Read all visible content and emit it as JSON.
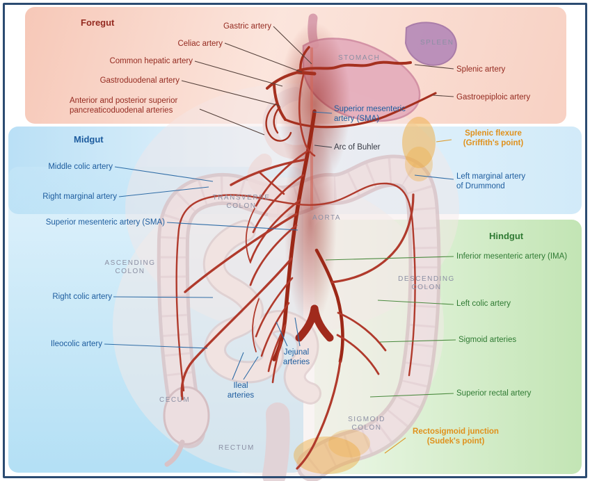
{
  "regions": {
    "foregut": "Foregut",
    "midgut": "Midgut",
    "hindgut": "Hindgut"
  },
  "foregut": {
    "gastric": "Gastric artery",
    "celiac": "Celiac artery",
    "common_hepatic": "Common hepatic artery",
    "gastroduodenal": "Gastroduodenal artery",
    "pancreaticoduodenal": "Anterior and posterior superior\npancreaticoduodenal arteries",
    "splenic": "Splenic artery",
    "gastroepiploic": "Gastroepiploic artery"
  },
  "midgut": {
    "sma_center": "Superior mesenteric\nartery (SMA)",
    "arc_of_buhler": "Arc of Buhler",
    "middle_colic": "Middle colic artery",
    "right_marginal": "Right marginal artery",
    "sma_left": "Superior mesenteric artery (SMA)",
    "right_colic": "Right colic artery",
    "ileocolic": "Ileocolic artery",
    "jejunal": "Jejunal\narteries",
    "ileal": "Ileal\narteries",
    "left_marginal": "Left marginal artery\nof Drummond"
  },
  "hindgut": {
    "ima": "Inferior mesenteric artery (IMA)",
    "left_colic": "Left colic artery",
    "sigmoid": "Sigmoid arteries",
    "superior_rectal": "Superior rectal artery"
  },
  "watershed": {
    "splenic_flexure": "Splenic flexure\n(Griffith's point)",
    "rectosigmoid": "Rectosigmoid junction\n(Sudek's point)"
  },
  "anatomy": {
    "spleen": "SPLEEN",
    "stomach": "STOMACH",
    "transverse_colon": "TRANSVERSE\nCOLON",
    "aorta": "AORTA",
    "ascending_colon": "ASCENDING\nCOLON",
    "descending_colon": "DESCENDING\nCOLON",
    "cecum": "CECUM",
    "sigmoid_colon": "SIGMOID\nCOLON",
    "rectum": "RECTUM"
  },
  "colors": {
    "foregut_text": "#942a20",
    "midgut_text": "#1d5c9e",
    "hindgut_text": "#2f7a33",
    "watershed_text": "#e0911c",
    "anatomy_text": "#8b8fa3",
    "artery": "#a5301f",
    "frame_border": "#2b4b71"
  }
}
